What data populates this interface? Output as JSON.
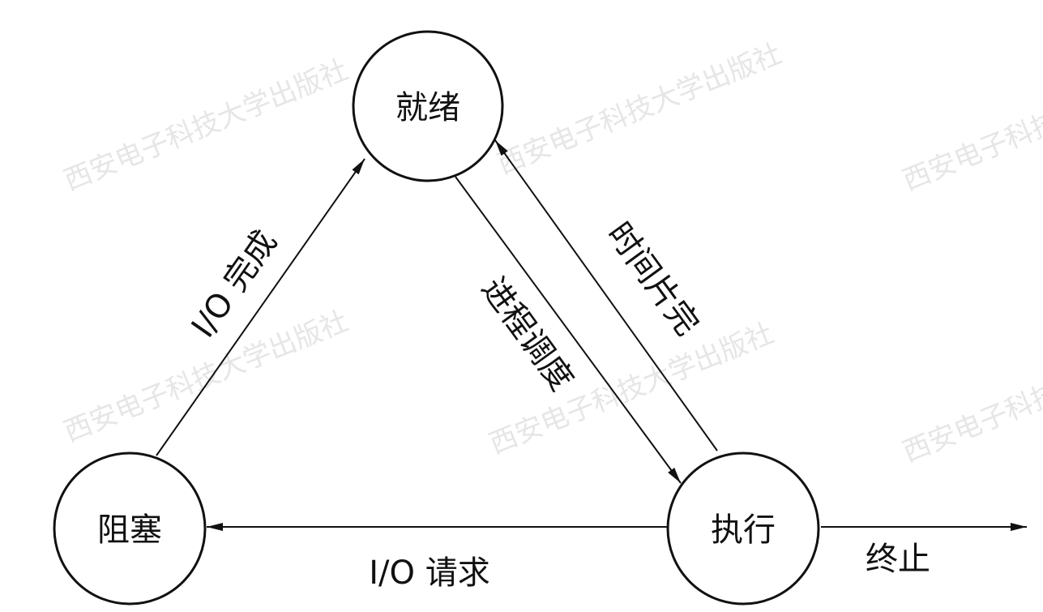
{
  "states": {
    "ready": "就绪",
    "blocked": "阻塞",
    "running": "执行"
  },
  "transitions": {
    "io_complete": "I/O 完成",
    "schedule": "进程调度",
    "time_slice": "时间片完",
    "io_request": "I/O 请求",
    "terminate": "终止"
  },
  "watermark": "西安电子科技大学出版社",
  "colors": {
    "ink": "#111111",
    "watermark": "#e6e6e6",
    "background": "#ffffff"
  }
}
